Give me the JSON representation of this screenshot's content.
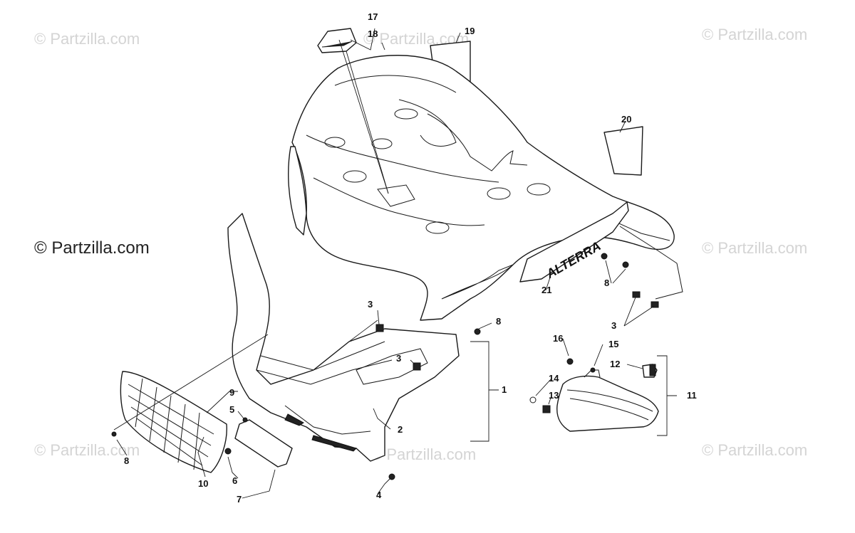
{
  "watermark": {
    "text": "© Partzilla.com"
  },
  "callouts": {
    "n1": "1",
    "n2": "2",
    "n3a": "3",
    "n3b": "3",
    "n3c": "3",
    "n4": "4",
    "n5": "5",
    "n6": "6",
    "n7": "7",
    "n8a": "8",
    "n8b": "8",
    "n8c": "8",
    "n9": "9",
    "n10": "10",
    "n11": "11",
    "n12": "12",
    "n13": "13",
    "n14": "14",
    "n15": "15",
    "n16": "16",
    "n17": "17",
    "n18": "18",
    "n19": "19",
    "n20": "20",
    "n21": "21"
  },
  "decal": {
    "text": "ALTERRA"
  }
}
